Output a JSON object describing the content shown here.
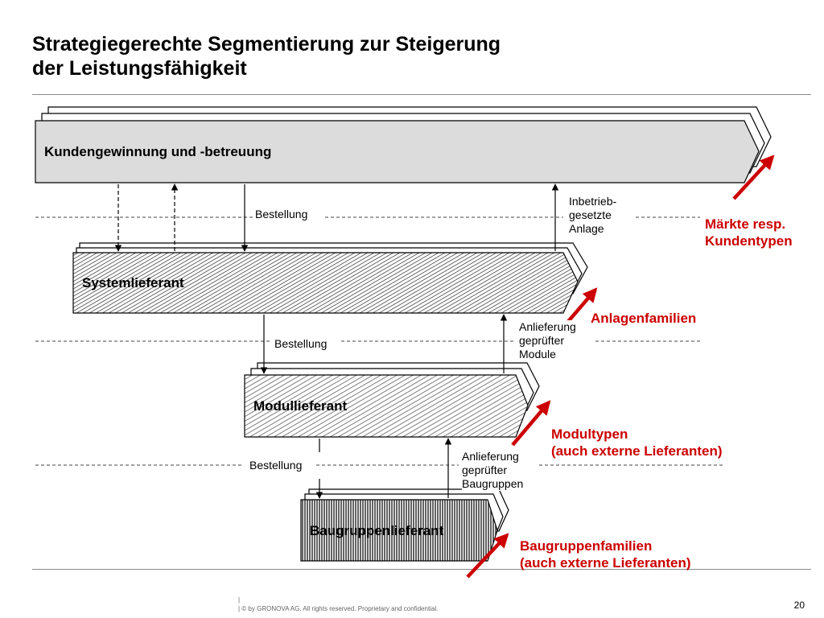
{
  "title": {
    "line1": "Strategiegerechte Segmentierung zur Steigerung",
    "line2": "der Leistungsfähigkeit"
  },
  "bars": {
    "kunden": "Kundengewinnung und -betreuung",
    "system": "Systemlieferant",
    "modul": "Modullieferant",
    "baugruppe": "Baugruppenlieferant"
  },
  "flows": {
    "bestellung1": "Bestellung",
    "bestellung2": "Bestellung",
    "bestellung3": "Bestellung",
    "inbetrieb": [
      "Inbetrieb-",
      "gesetzte",
      "Anlage"
    ],
    "anlieferung_module": [
      "Anlieferung",
      "geprüfter",
      "Module"
    ],
    "anlieferung_baugruppen": [
      "Anlieferung",
      "geprüfter",
      "Baugruppen"
    ]
  },
  "segments": {
    "maerkte": [
      "Märkte resp.",
      "Kundentypen"
    ],
    "anlagen": [
      "Anlagenfamilien"
    ],
    "modultypen": [
      "Modultypen",
      "(auch externe Lieferanten)"
    ],
    "baugruppenfamilien": [
      "Baugruppenfamilien",
      "(auch externe Lieferanten)"
    ]
  },
  "colors": {
    "accent": "#cc0000",
    "bar_fill": "#dcdcdc",
    "stroke": "#000000"
  },
  "footer": {
    "copyright": "© by GRONOVA AG. All rights reserved. Proprietary and confidential.",
    "page_number": "20"
  }
}
